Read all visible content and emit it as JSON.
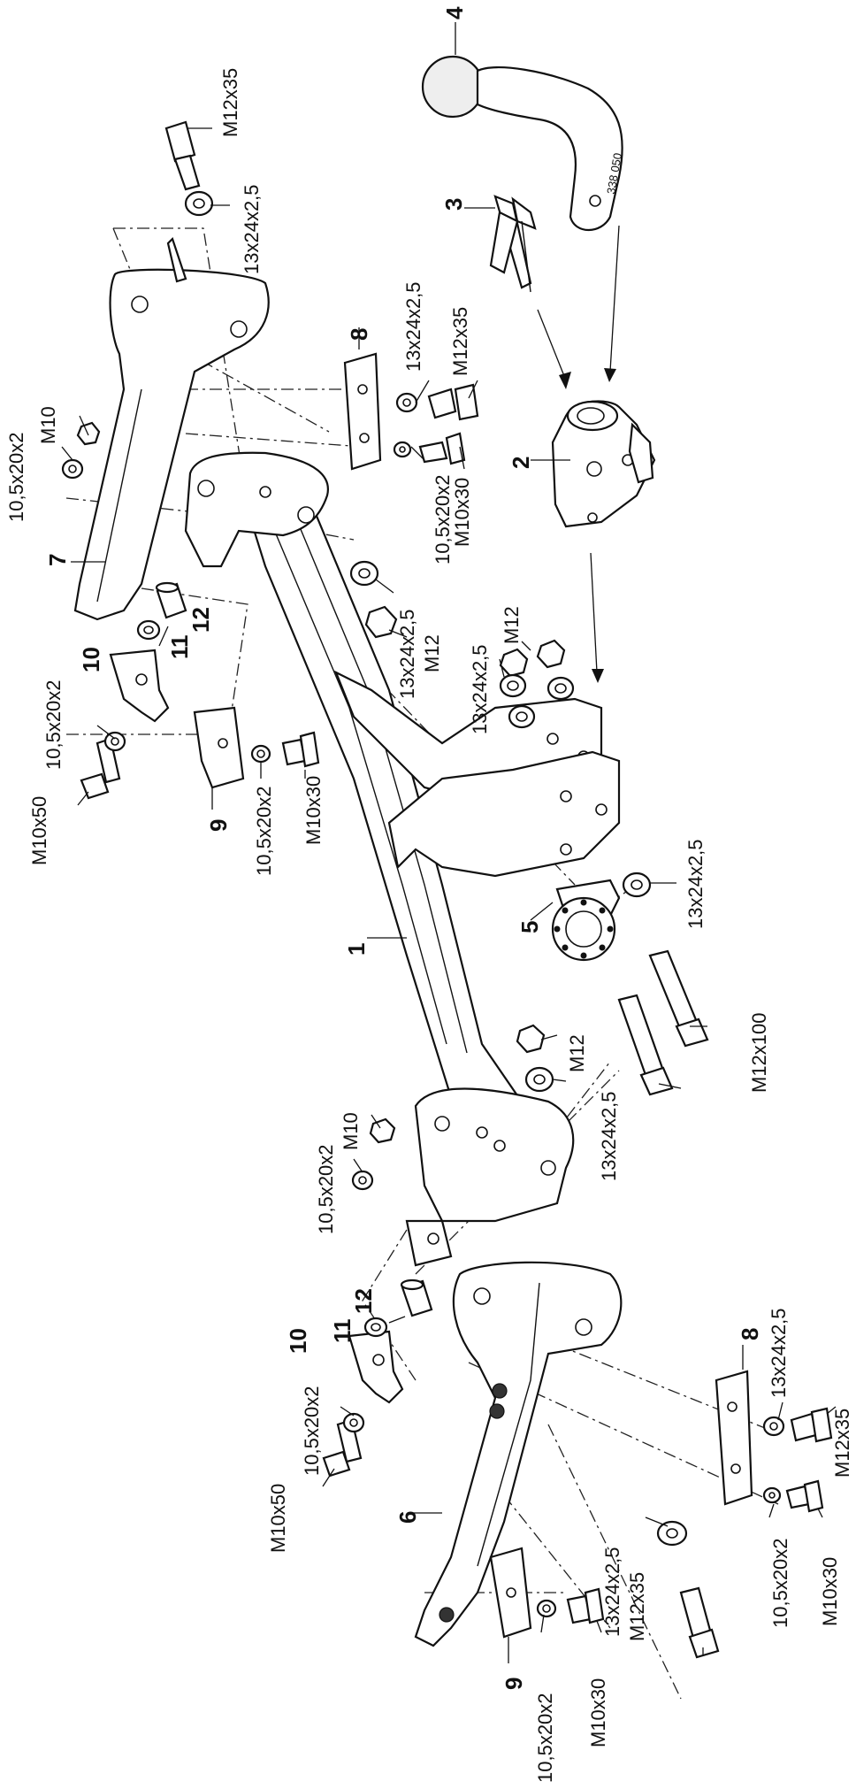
{
  "parts": {
    "p1": "1",
    "p2": "2",
    "p3": "3",
    "p4": "4",
    "p5": "5",
    "p6": "6",
    "p7": "7",
    "p8a": "8",
    "p8b": "8",
    "p9a": "9",
    "p9b": "9",
    "p10a": "10",
    "p10b": "10",
    "p11a": "11",
    "p11b": "11",
    "p12a": "12",
    "p12b": "12"
  },
  "stamp": "338 050",
  "fasteners": {
    "f1": "M12x35",
    "f2": "13x24x2,5",
    "f3": "13x24x2,5",
    "f4": "M12x35",
    "f5": "10,5x20x2",
    "f6": "M10",
    "f7": "10,5x20x2",
    "f8": "M10x30",
    "f9": "13x24x2,5",
    "f10": "M12",
    "f11": "M12",
    "f12": "13x24x2,5",
    "f13": "10,5x20x2",
    "f14": "M10x50",
    "f15": "10,5x20x2",
    "f16": "M10x30",
    "f17": "13x24x2,5",
    "f18": "M12x100",
    "f19": "M12",
    "f20": "13x24x2,5",
    "f21": "M10",
    "f22": "10,5x20x2",
    "f23": "10,5x20x2",
    "f24": "M10x50",
    "f25": "13x24x2,5",
    "f26": "M12x35",
    "f27": "10,5x20x2",
    "f28": "M10x30",
    "f29": "13x24x2,5",
    "f30": "M12x35",
    "f31": "10,5x20x2",
    "f32": "M10x30"
  }
}
